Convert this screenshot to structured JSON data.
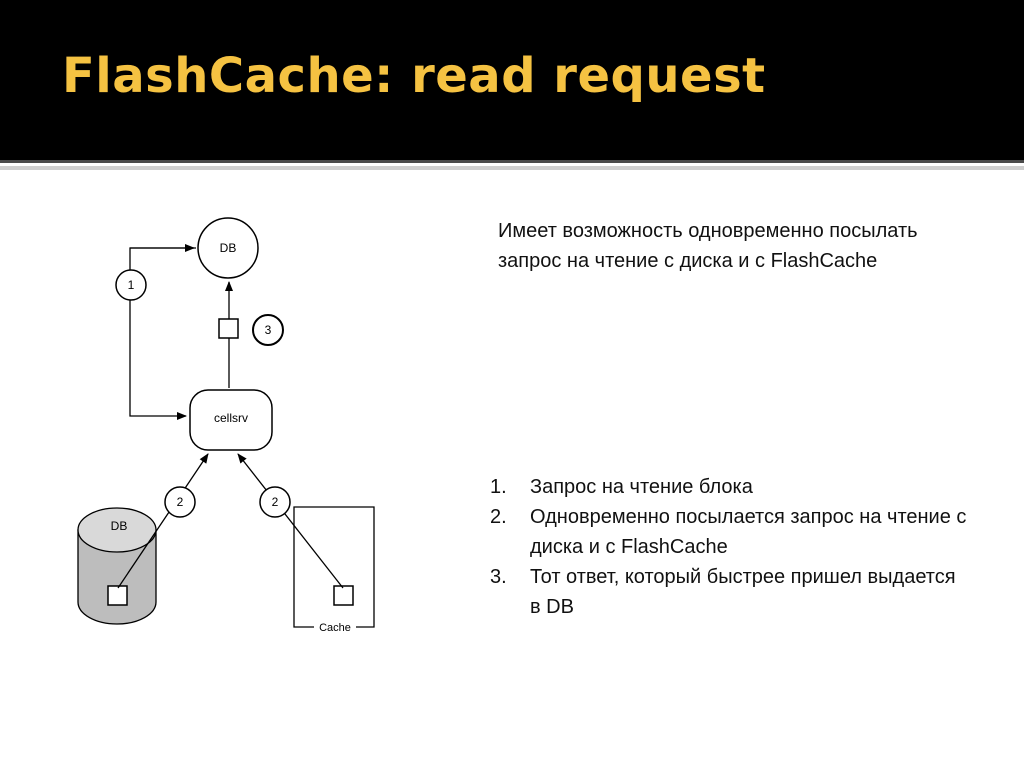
{
  "slide": {
    "title": "FlashCache: read request",
    "intro": "Имеет возможность одновременно посылать запрос на чтение с диска и с FlashCache",
    "steps": [
      {
        "num": "1.",
        "text": "Запрос на чтение блока"
      },
      {
        "num": "2.",
        "text": "Одновременно посылается запрос на чтение с диска и с FlashCache"
      },
      {
        "num": "3.",
        "text": "Тот ответ, который быстрее пришел выдается в DB"
      }
    ]
  },
  "diagram": {
    "db_top_label": "DB",
    "cellsrv_label": "cellsrv",
    "disk_label": "DB",
    "cache_label": "Cache",
    "step1_badge": "1",
    "step2_badge_left": "2",
    "step2_badge_right": "2",
    "step3_badge": "3"
  },
  "colors": {
    "title": "#f5c242",
    "title_bar": "#000000",
    "cylinder_fill": "#bdbdbd"
  }
}
